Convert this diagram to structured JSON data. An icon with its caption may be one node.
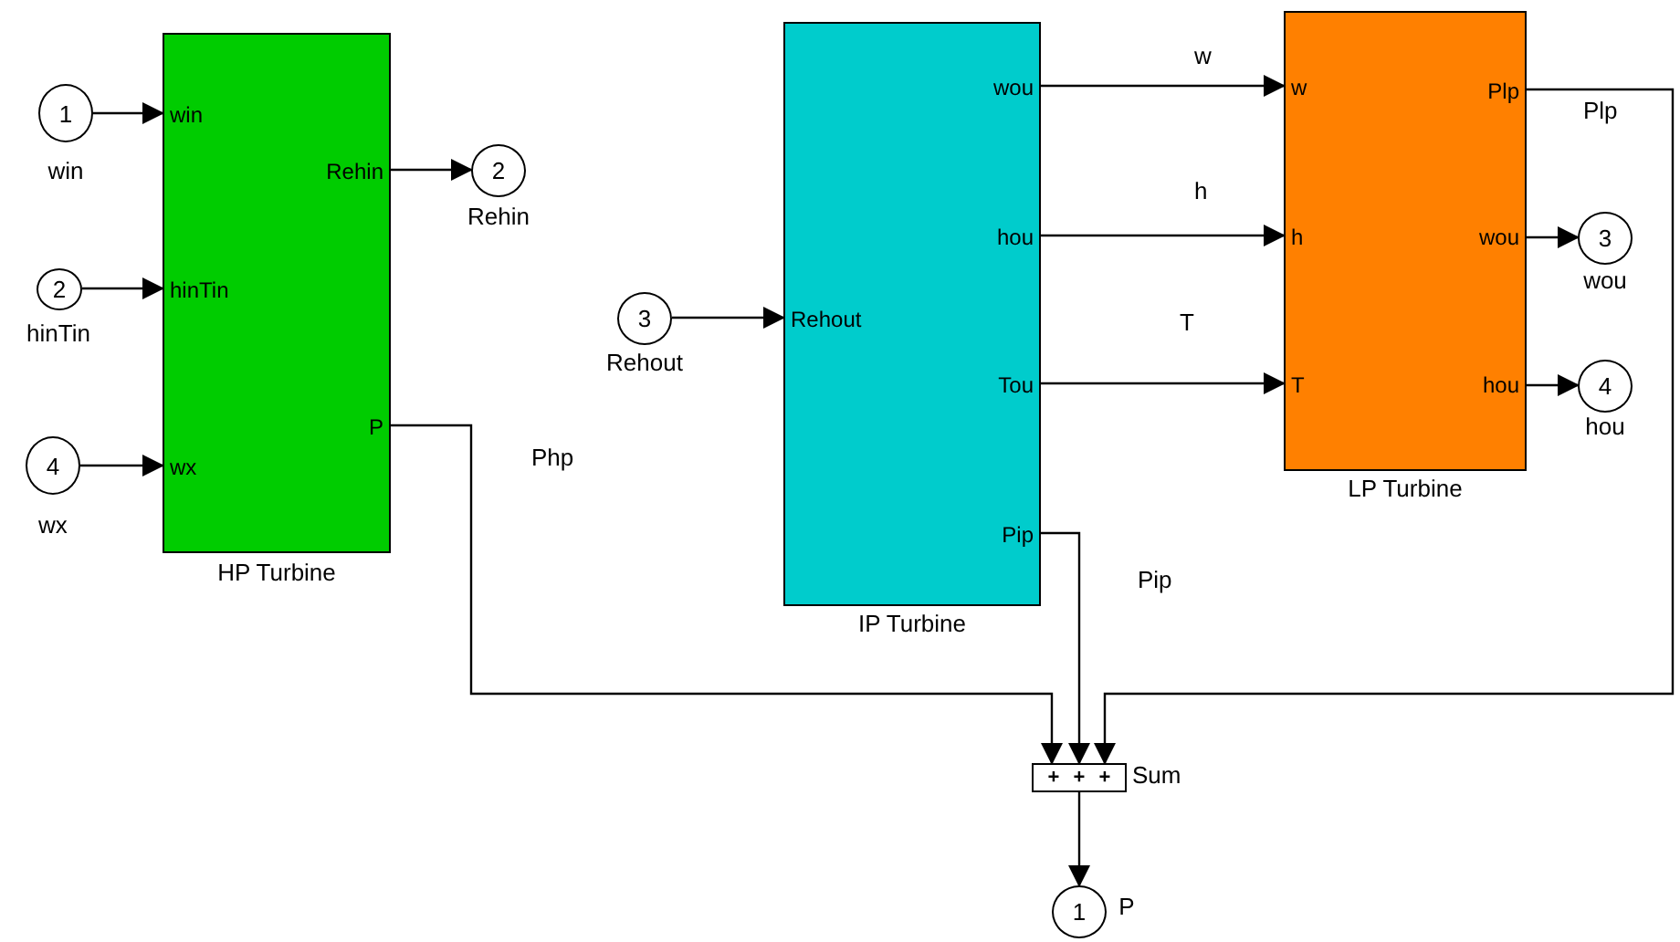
{
  "diagram": {
    "nodes": [
      {
        "text": [
          "1"
        ],
        "beside": [
          "win"
        ]
      },
      {
        "text": [
          "2"
        ],
        "beside": [
          "hinTin"
        ]
      },
      {
        "text": [
          "4"
        ],
        "beside": [
          "wx"
        ]
      },
      {
        "text": [
          "win",
          "hinTin",
          "wx",
          "Rehin",
          "P"
        ],
        "beside": [
          "HP Turbine"
        ]
      },
      {
        "text": [
          "2"
        ],
        "beside": [
          "Rehin"
        ]
      },
      {
        "text": [
          "3"
        ],
        "beside": [
          "Rehout"
        ]
      },
      {
        "text": [
          "Rehout",
          "wou",
          "hou",
          "Tou",
          "Pip"
        ],
        "beside": [
          "IP Turbine"
        ]
      },
      {
        "text": [
          "w",
          "h",
          "T",
          "Plp",
          "wou",
          "hou"
        ],
        "beside": [
          "LP Turbine"
        ]
      },
      {
        "text": [
          "3"
        ],
        "beside": [
          "wou"
        ]
      },
      {
        "text": [
          "4"
        ],
        "beside": [
          "hou"
        ]
      },
      {
        "text": [
          "+",
          "+",
          "+"
        ],
        "beside": [
          "Sum"
        ]
      },
      {
        "text": [
          "1"
        ],
        "beside": [
          "P"
        ]
      }
    ],
    "edges": [
      {
        "from": 0,
        "to": 3,
        "arrow": "to"
      },
      {
        "from": 1,
        "to": 3,
        "arrow": "to"
      },
      {
        "from": 2,
        "to": 3,
        "arrow": "to"
      },
      {
        "from": 3,
        "to": 4,
        "arrow": "to"
      },
      {
        "from": 5,
        "to": 6,
        "arrow": "to"
      },
      {
        "from": 6,
        "to": 7,
        "arrow": "to",
        "label": "w"
      },
      {
        "from": 6,
        "to": 7,
        "arrow": "to",
        "label": "h"
      },
      {
        "from": 6,
        "to": 7,
        "arrow": "to",
        "label": "T"
      },
      {
        "from": 7,
        "to": 8,
        "arrow": "to"
      },
      {
        "from": 7,
        "to": 9,
        "arrow": "to"
      },
      {
        "from": 3,
        "to": 10,
        "arrow": "to",
        "label": "Php"
      },
      {
        "from": 6,
        "to": 10,
        "arrow": "to",
        "label": "Pip"
      },
      {
        "from": 7,
        "to": 10,
        "arrow": "to",
        "label": "Plp"
      },
      {
        "from": 10,
        "to": 11,
        "arrow": "to"
      }
    ]
  }
}
